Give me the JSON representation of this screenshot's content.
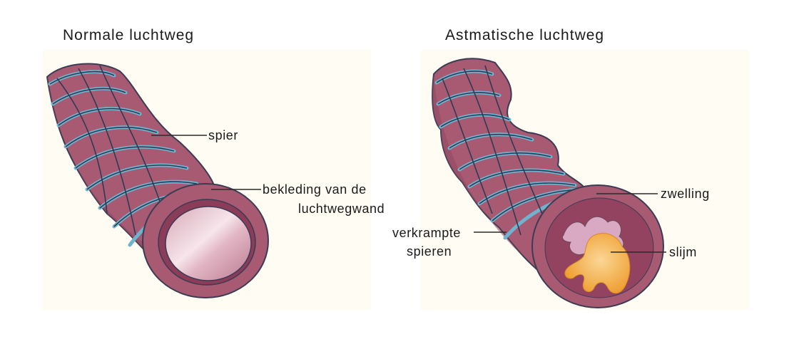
{
  "colors": {
    "tissue": "#a85a72",
    "tissue_dark": "#7e3a55",
    "muscle": "#6fb3cf",
    "outline": "#3b3b52",
    "lining": "#8a3c59",
    "mucus": "#f0a83c",
    "mucus_light": "#f7c978",
    "swelling_blob": "#d9a9c3",
    "panel_bg": "#fffdf3"
  },
  "normal": {
    "title": "Normale luchtweg",
    "labels": {
      "muscle": "spier",
      "lining_line1": "bekleding van de",
      "lining_line2": "luchtwegwand"
    }
  },
  "asthmatic": {
    "title": "Astmatische luchtweg",
    "labels": {
      "swelling": "zwelling",
      "cramped_line1": "verkrampte",
      "cramped_line2": "spieren",
      "mucus": "slijm"
    }
  }
}
